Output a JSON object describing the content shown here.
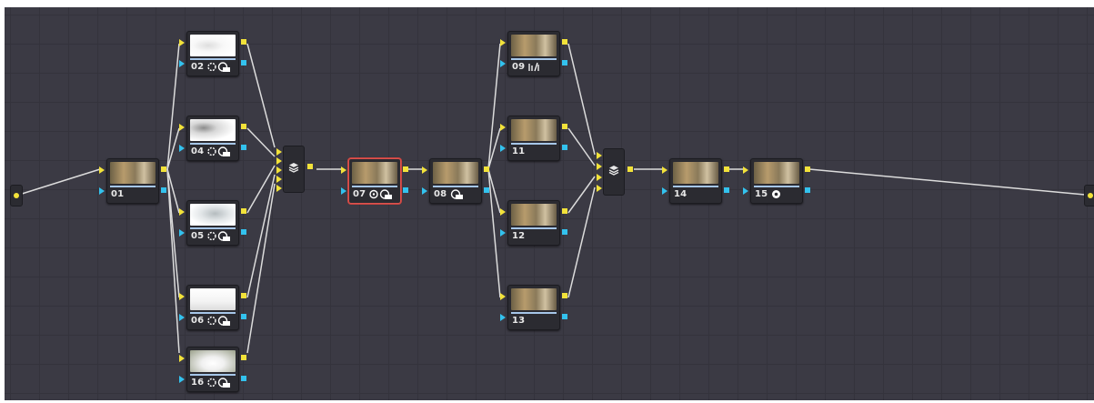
{
  "nodes": [
    {
      "id": "01",
      "label": "01",
      "thumb": "warm",
      "badge": ""
    },
    {
      "id": "02",
      "label": "02",
      "thumb": "white",
      "badge": "qualifier-icons"
    },
    {
      "id": "04",
      "label": "04",
      "thumb": "white2",
      "badge": "qualifier-icons"
    },
    {
      "id": "05",
      "label": "05",
      "thumb": "white3",
      "badge": "qualifier-icons"
    },
    {
      "id": "06",
      "label": "06",
      "thumb": "white4",
      "badge": "qualifier-icons"
    },
    {
      "id": "16",
      "label": "16",
      "thumb": "white5",
      "badge": "qualifier-icons"
    },
    {
      "id": "07",
      "label": "07",
      "thumb": "warm",
      "badge": "window-qualifier-icons"
    },
    {
      "id": "08",
      "label": "08",
      "thumb": "warm",
      "badge": "window-icon"
    },
    {
      "id": "09",
      "label": "09",
      "thumb": "warm",
      "badge": "curves-icon"
    },
    {
      "id": "11",
      "label": "11",
      "thumb": "warm",
      "badge": ""
    },
    {
      "id": "12",
      "label": "12",
      "thumb": "warm",
      "badge": ""
    },
    {
      "id": "13",
      "label": "13",
      "thumb": "warm",
      "badge": ""
    },
    {
      "id": "14",
      "label": "14",
      "thumb": "warm",
      "badge": ""
    },
    {
      "id": "15",
      "label": "15",
      "thumb": "warm",
      "badge": "color-dot-icon"
    }
  ],
  "mixers": [
    {
      "id": "layer-mixer-1",
      "icon": "layers-icon"
    },
    {
      "id": "layer-mixer-2",
      "icon": "layers-icon"
    }
  ],
  "selected_node": "07",
  "colors": {
    "canvas": "#3b3a44",
    "grid": "#34333c",
    "node": "#2b2b31",
    "rgb_port": "#f2e23a",
    "key_port": "#33c2ee",
    "wire": "#dcdcdc",
    "selected_border": "#d9534f"
  }
}
